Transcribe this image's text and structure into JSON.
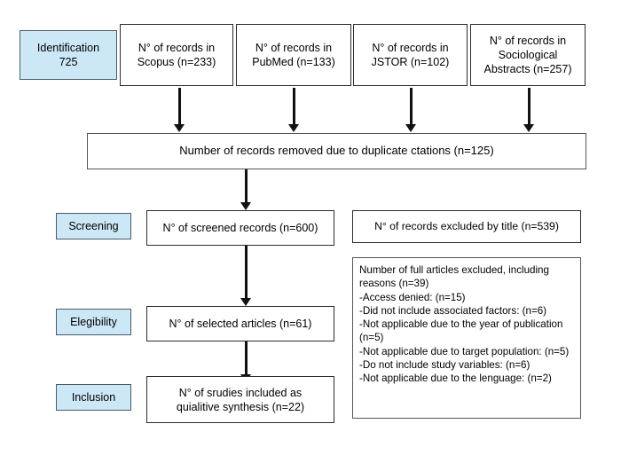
{
  "diagram": {
    "title": "PRISMA study selection flow diagram",
    "accent_blue": "#cce8f7",
    "line_color": "#2b2b2b",
    "background": "#ffffff"
  },
  "stages": [
    {
      "id": "identification",
      "label": "Identification\n725"
    },
    {
      "id": "screening",
      "label": "Screening"
    },
    {
      "id": "eligibility",
      "label": "Elegibility"
    },
    {
      "id": "inclusion",
      "label": "Inclusion"
    }
  ],
  "sources": [
    {
      "id": "scopus",
      "label": "N° of records in\nScopus (n=233)",
      "database": "Scopus",
      "n": 233
    },
    {
      "id": "pubmed",
      "label": "N° of records in\nPubMed (n=133)",
      "database": "PubMed",
      "n": 133
    },
    {
      "id": "jstor",
      "label": "N° of records in\nJSTOR (n=102)",
      "database": "JSTOR",
      "n": 102
    },
    {
      "id": "sociological",
      "label": "N° of records in\nSociological\nAbstracts (n=257)",
      "database": "Sociological Abstracts",
      "n": 257
    }
  ],
  "flow": {
    "duplicates": {
      "label": "Number of records removed due to duplicate ctations (n=125)",
      "n": 125
    },
    "screened": {
      "label": "N° of screened records (n=600)",
      "n": 600
    },
    "excluded_by_title": {
      "label": "N° of records excluded by title (n=539)",
      "n": 539
    },
    "selected": {
      "label": "N° of selected articles (n=61)",
      "n": 61
    },
    "included": {
      "label": "N° of srudies included as\nquialitive synthesis (n=22)",
      "n": 22
    }
  },
  "exclusions": {
    "heading": "Number of full articles excluded, including reasons (n=39)",
    "total": 39,
    "body": "Number of full articles excluded, including reasons (n=39)\n-Access denied: (n=15)\n-Did not include associated factors: (n=6)\n-Not applicable due to the year of publication (n=5)\n-Not applicable due to target population: (n=5)\n-Do not include study variables: (n=6)\n-Not applicable due to the lenguage: (n=2)",
    "items": [
      {
        "reason": "Access denied:",
        "n": 15
      },
      {
        "reason": "Did not include associated factors:",
        "n": 6
      },
      {
        "reason": "Not applicable due to the year of publication",
        "n": 5
      },
      {
        "reason": "Not applicable due to target population:",
        "n": 5
      },
      {
        "reason": "Do not include study variables:",
        "n": 6
      },
      {
        "reason": "Not applicable due to the lenguage:",
        "n": 2
      }
    ]
  }
}
